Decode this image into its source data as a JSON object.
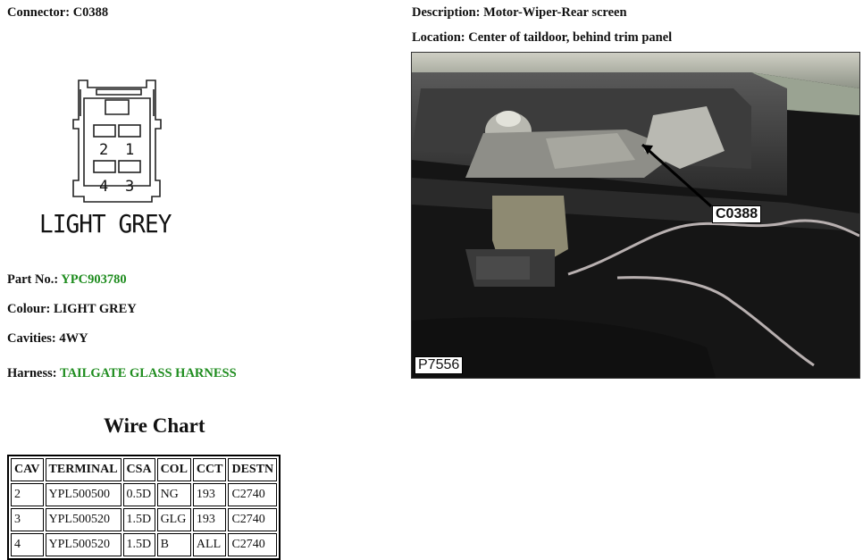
{
  "connector": {
    "label": "Connector:",
    "value": "C0388",
    "colour_caption": "LIGHT GREY",
    "cavity_numbers": [
      "2",
      "1",
      "4",
      "3"
    ]
  },
  "description": {
    "label": "Description:",
    "value": "Motor-Wiper-Rear screen"
  },
  "location": {
    "label": "Location:",
    "value": "Center of taildoor, behind trim panel"
  },
  "part": {
    "label": "Part No.:",
    "value": "YPC903780"
  },
  "colour": {
    "label": "Colour:",
    "value": "LIGHT GREY"
  },
  "cavities": {
    "label": "Cavities:",
    "value": "4WY"
  },
  "harness": {
    "label": "Harness:",
    "value": "TAILGATE GLASS HARNESS"
  },
  "wire_chart": {
    "title": "Wire Chart",
    "headers": [
      "CAV",
      "TERMINAL",
      "CSA",
      "COL",
      "CCT",
      "DESTN"
    ],
    "rows": [
      [
        "2",
        "YPL500500",
        "0.5D",
        "NG",
        "193",
        "C2740"
      ],
      [
        "3",
        "YPL500520",
        "1.5D",
        "GLG",
        "193",
        "C2740"
      ],
      [
        "4",
        "YPL500520",
        "1.5D",
        "B",
        "ALL",
        "C2740"
      ]
    ]
  },
  "photo": {
    "callout": "C0388",
    "id": "P7556"
  },
  "colors": {
    "link_green": "#1e8c1e"
  }
}
